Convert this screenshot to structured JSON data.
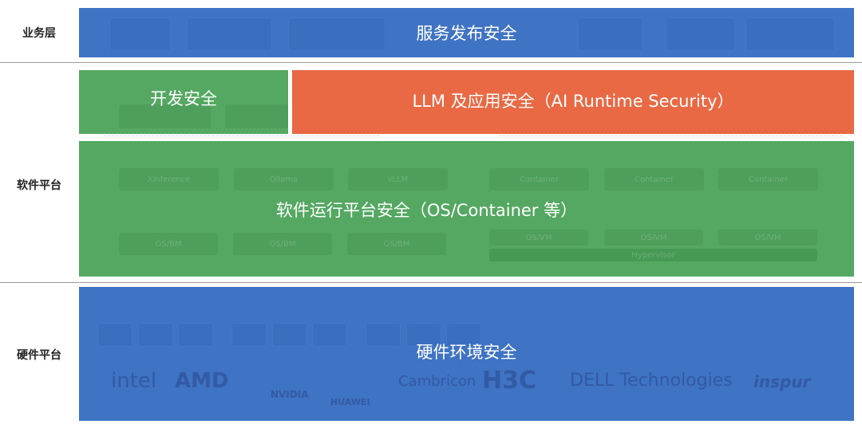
{
  "labels": {
    "business": "业务层",
    "software": "软件平台",
    "hardware": "硬件平台"
  },
  "layers": {
    "service_release": "服务发布安全",
    "dev_security": "开发安全",
    "llm_security": "LLM 及应用安全（AI Runtime Security）",
    "runtime_platform": "软件运行平台安全（OS/Container 等）",
    "hardware_env": "硬件环境安全"
  },
  "background_items": {
    "inference": [
      "Xinference",
      "Ollama",
      "vLLM"
    ],
    "containers": [
      "Container",
      "Container",
      "Container"
    ],
    "os_bm": [
      "OS/BM",
      "OS/BM",
      "OS/BM"
    ],
    "os_vm": [
      "OS/VM",
      "OS/VM",
      "OS/VM"
    ],
    "hypervisor": "Hypervisor"
  },
  "vendor_logos": [
    "intel",
    "AMD",
    "NVIDIA",
    "HUAWEI",
    "Cambricon",
    "H3C",
    "DELL Technologies",
    "inspur"
  ],
  "colors": {
    "blue": "#3f73c3",
    "green": "#55a862",
    "orange": "#e86944"
  }
}
